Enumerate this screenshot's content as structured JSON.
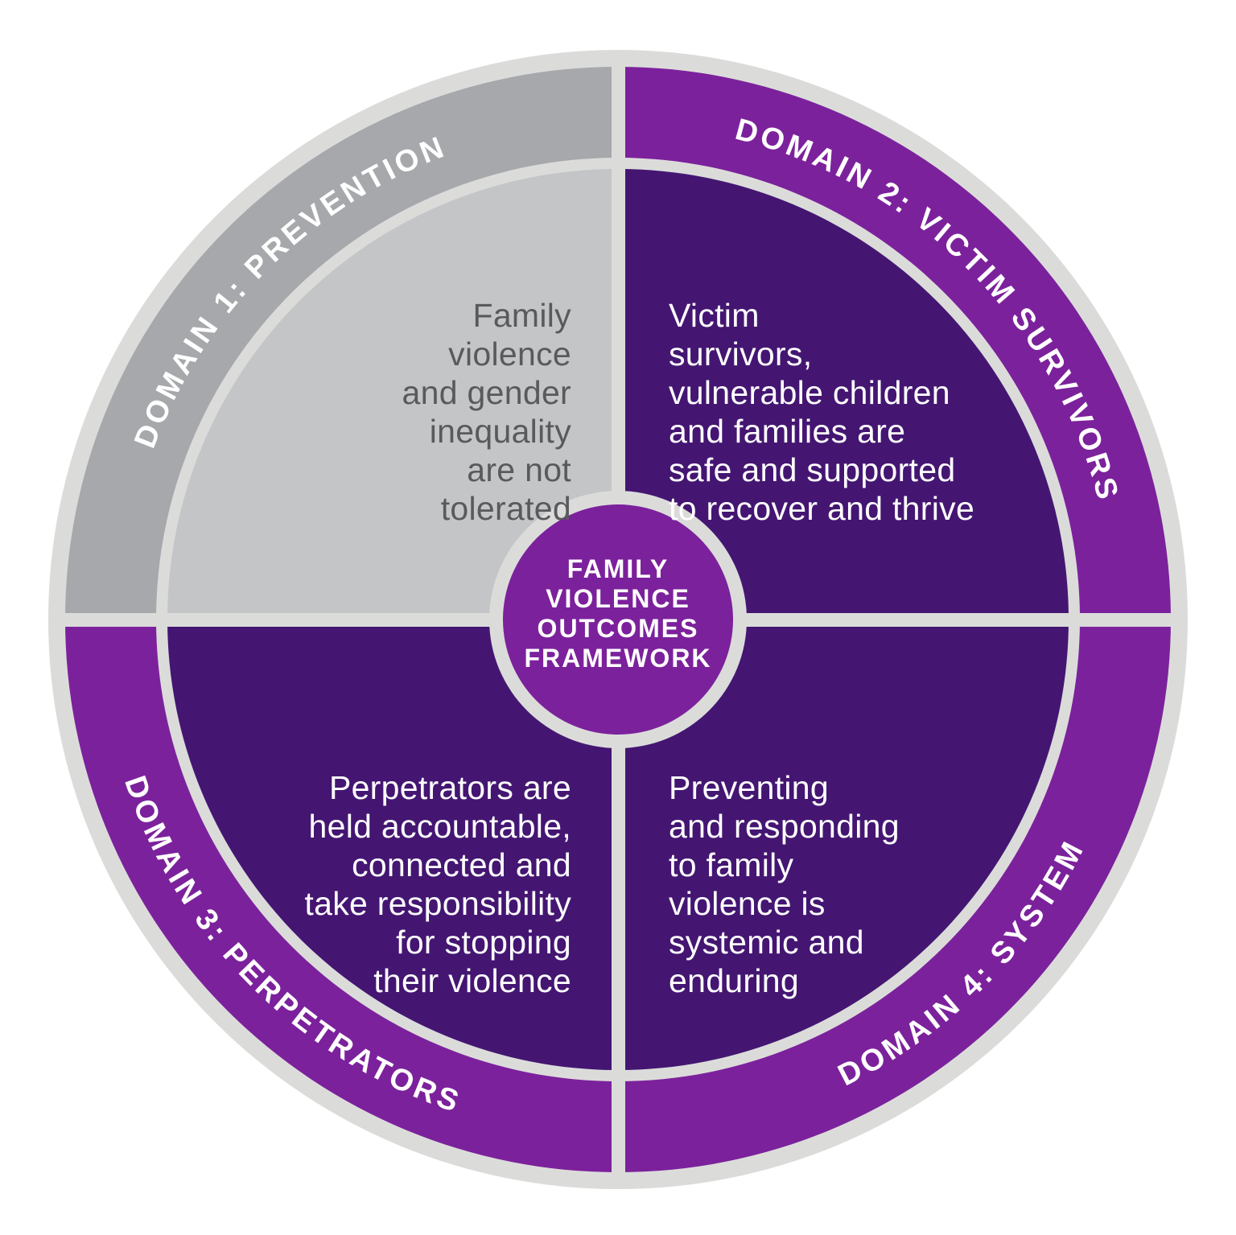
{
  "diagram": {
    "kind": "circular four-quadrant framework wheel"
  },
  "colors": {
    "background": "#ffffff",
    "structure_gray": "#dbdcda",
    "domain1_ring_gray": "#a6a8ab",
    "domain1_quadrant_gray": "#c3c5c7",
    "ring_purple": "#7c219c",
    "quadrant_dark_purple": "#441672",
    "center_circle_purple": "#7c219c",
    "outcome_text_gray": "#595a5c",
    "outcome_text_white": "#ffffff",
    "arc_label_white": "#ffffff"
  },
  "center": {
    "lines": [
      "FAMILY",
      "VIOLENCE",
      "OUTCOMES",
      "FRAMEWORK"
    ]
  },
  "domains": [
    {
      "label": "DOMAIN 1: PREVENTION",
      "outcome_lines": [
        "Family",
        "violence",
        "and gender",
        "inequality",
        "are not",
        "tolerated"
      ]
    },
    {
      "label": "DOMAIN 2: VICTIM SURVIVORS",
      "outcome_lines": [
        "Victim",
        "survivors,",
        "vulnerable children",
        "and families are",
        "safe and supported",
        "to recover and thrive"
      ]
    },
    {
      "label": "DOMAIN 3: PERPETRATORS",
      "outcome_lines": [
        "Perpetrators are",
        "held accountable,",
        "connected and",
        "take responsibility",
        "for stopping",
        "their violence"
      ]
    },
    {
      "label": "DOMAIN 4: SYSTEM",
      "outcome_lines": [
        "Preventing",
        "and responding",
        "to family",
        "violence is",
        "systemic and",
        "enduring"
      ]
    }
  ]
}
